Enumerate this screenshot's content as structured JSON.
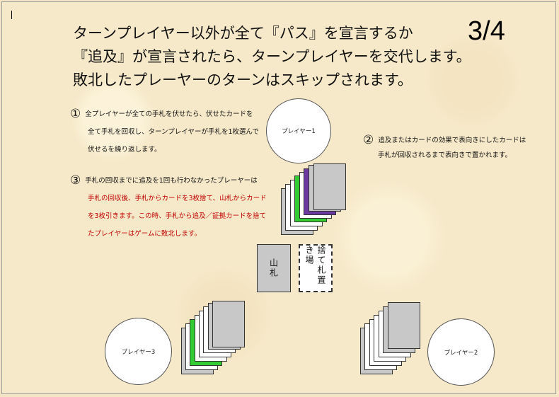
{
  "headline": [
    "ターンプレイヤー以外が全て『パス』を宣言するか",
    "『追及』が宣言されたら、ターンプレイヤーを交代します。",
    "敗北したプレーヤーのターンはスキップされます。"
  ],
  "page_number": "3/4",
  "note1": {
    "num": "①",
    "lines": [
      "全プレイヤーが全ての手札を伏せたら、伏せたカードを",
      "全て手札を回収し、ターンプレイヤーが手札を1枚選んで",
      "伏せるを繰り返します。"
    ]
  },
  "note2": {
    "num": "②",
    "lines": [
      "追及またはカードの効果で表向きにしたカードは",
      "手札が回収されるまで表向きで置かれます。"
    ]
  },
  "note3": {
    "num": "③",
    "lines": [
      "手札の回収までに追及を1回も行わなかったプレーヤーは",
      "手札の回収後、手札からカードを3枚捨て、山札からカード",
      "を3枚引きます。この時、手札から追及／証拠カードを捨て",
      "たプレイヤーはゲームに敗北します。"
    ]
  },
  "players": {
    "p1": "プレイヤー1",
    "p2": "プレイヤー2",
    "p3": "プレイヤー3"
  },
  "deck_label": "山札",
  "discard_label": "捨て札置き場",
  "colors": {
    "background": "#f6e9c9",
    "card_gray": "#c8c8c8",
    "card_green": "#33cc33",
    "card_purple": "#6a3aa0",
    "warning_red": "#c00000"
  }
}
